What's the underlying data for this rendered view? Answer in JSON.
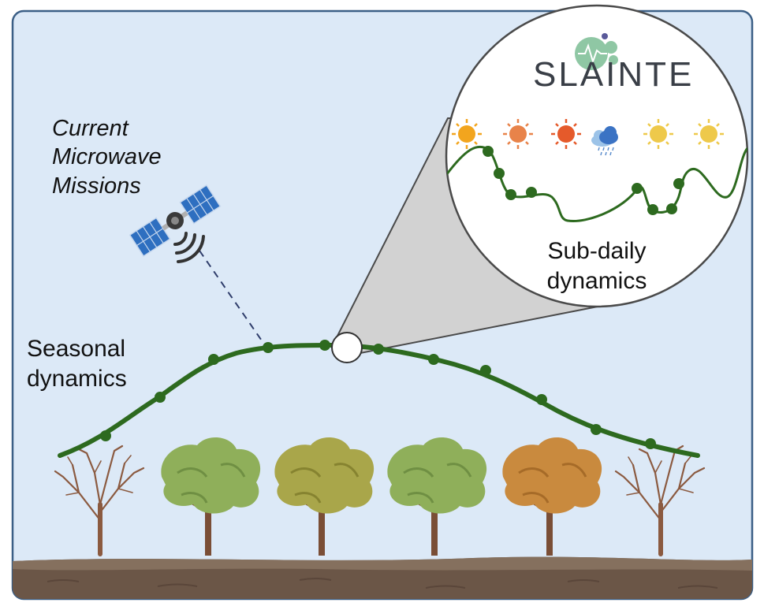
{
  "labels": {
    "missions": [
      "Current",
      "Microwave",
      "Missions"
    ],
    "seasonal": [
      "Seasonal",
      "dynamics"
    ],
    "subdaily": [
      "Sub-daily",
      "dynamics"
    ]
  },
  "logo": {
    "text": "SLAINTE",
    "mark_color": "#8fc7a4",
    "dot_color": "#5a5a9a"
  },
  "colors": {
    "panel_bg": "#dce9f7",
    "panel_border": "#3b5f86",
    "curve": "#2d6a1f",
    "soil": "#6b5647",
    "cone": "#cfcfcf",
    "bare_tree": "#8b5a40",
    "tree_colors": [
      "#8faf5a",
      "#a9a64a",
      "#8faf5a",
      "#c98a3e"
    ]
  },
  "weather_icons": [
    "sun-icon",
    "sun-icon",
    "sun-icon",
    "rain-cloud-icon",
    "sun-icon",
    "sun-icon"
  ],
  "trees": [
    "bare",
    "green",
    "yellow-green",
    "green",
    "orange",
    "bare"
  ]
}
